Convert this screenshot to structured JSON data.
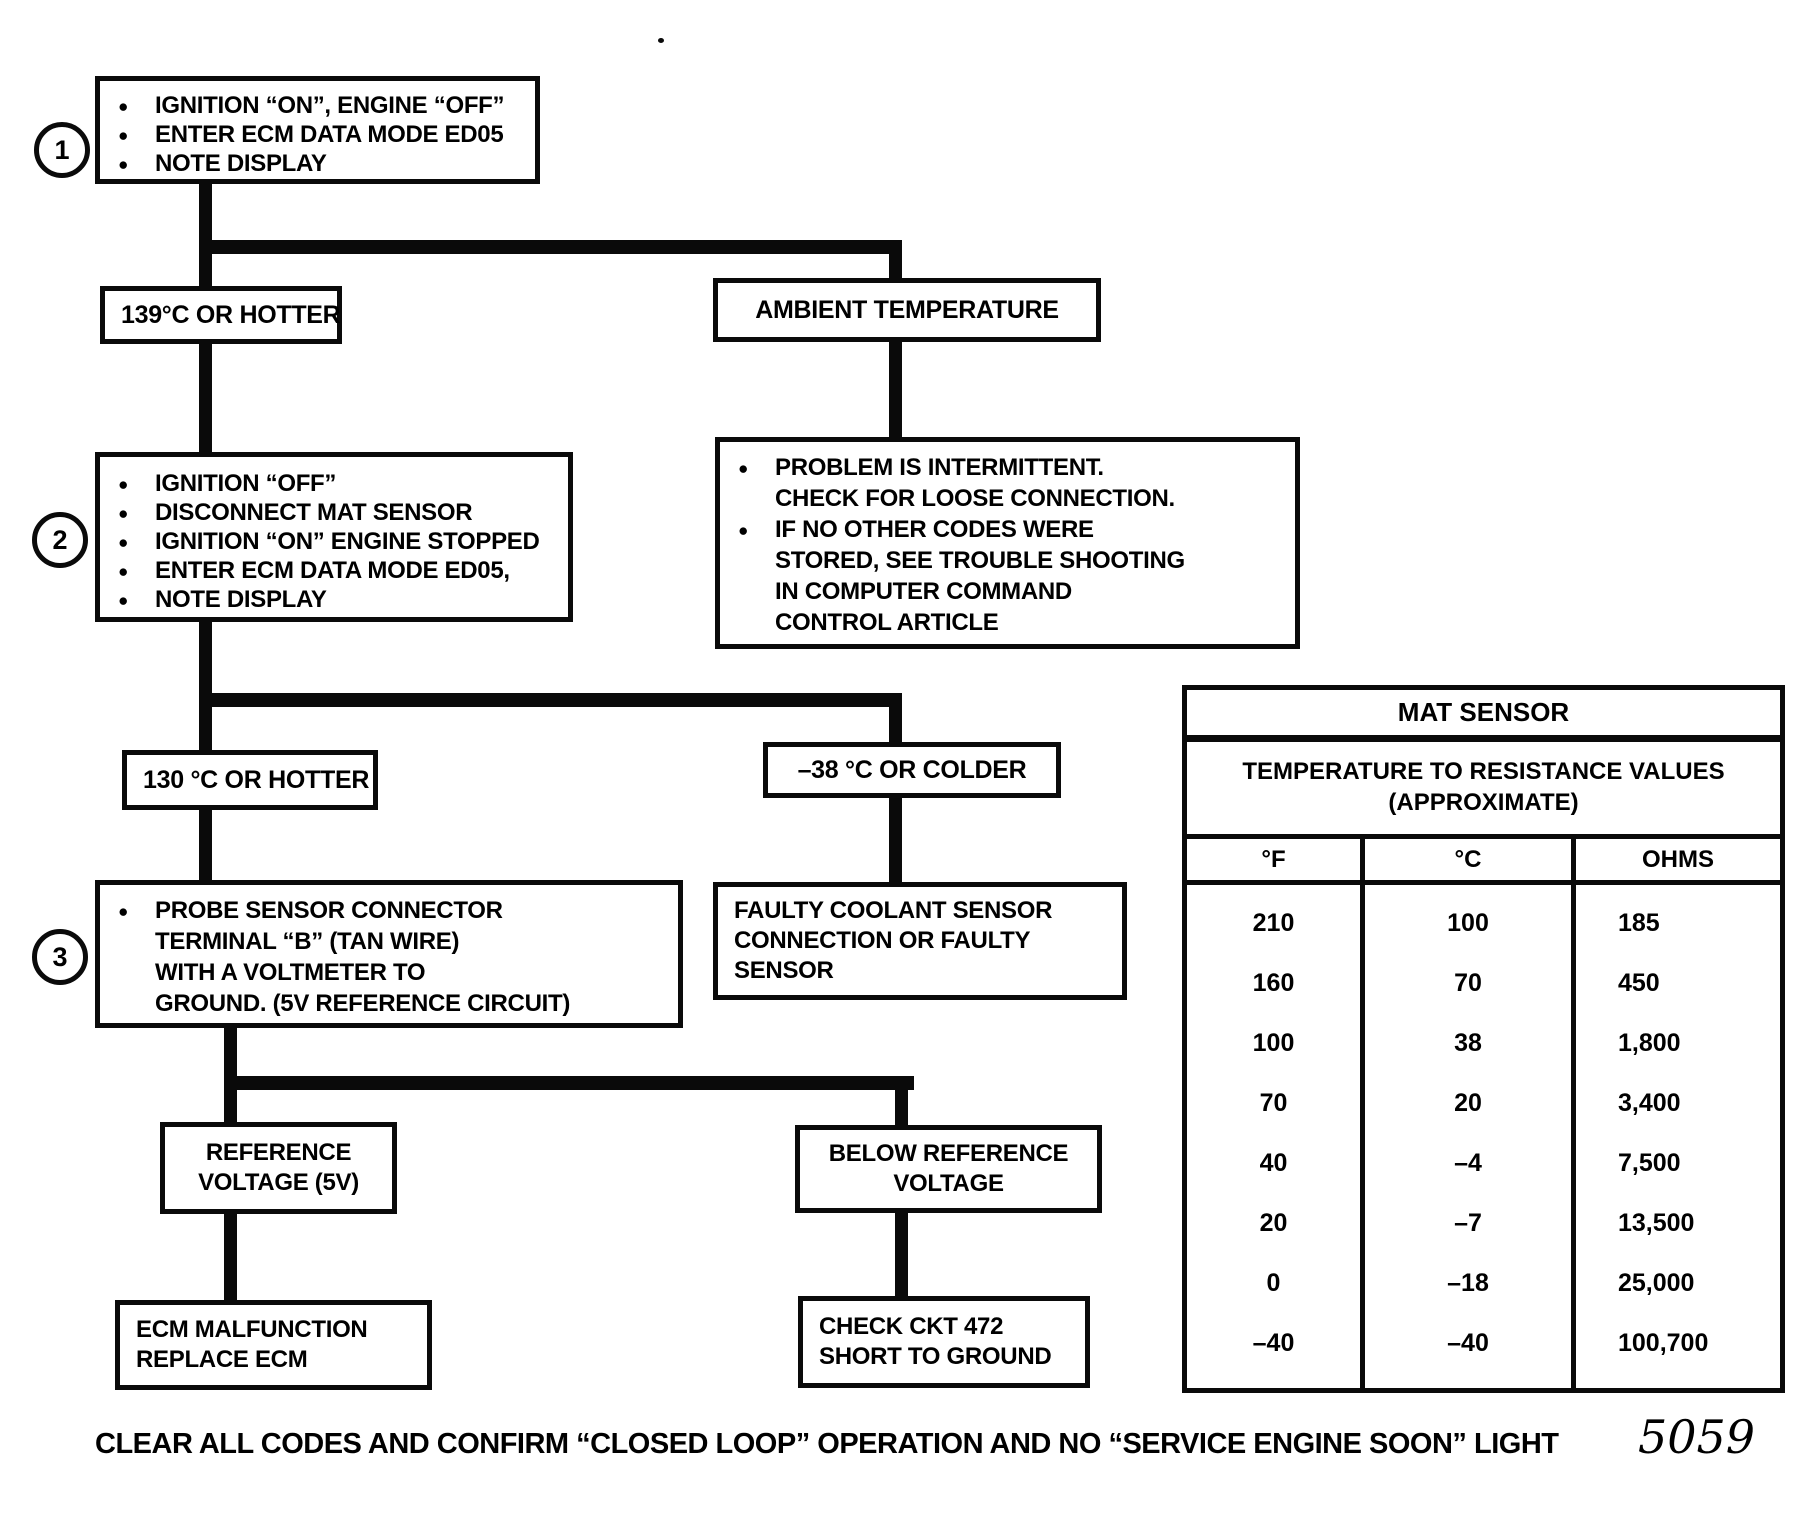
{
  "flowchart": {
    "circles": {
      "c1": "1",
      "c2": "2",
      "c3": "3"
    },
    "step1": {
      "lines": [
        "IGNITION “ON”, ENGINE “OFF”",
        "ENTER ECM DATA MODE ED05",
        "NOTE DISPLAY"
      ]
    },
    "branch1_left": "139°C OR HOTTER",
    "branch1_right": "AMBIENT TEMPERATURE",
    "step2": {
      "lines": [
        "IGNITION “OFF”",
        "DISCONNECT MAT SENSOR",
        "IGNITION “ON” ENGINE STOPPED",
        "ENTER ECM DATA MODE ED05,",
        "NOTE DISPLAY"
      ]
    },
    "intermittent": {
      "lines": [
        "PROBLEM IS INTERMITTENT.",
        "CHECK FOR LOOSE CONNECTION.",
        "IF NO OTHER CODES WERE",
        "STORED, SEE TROUBLE SHOOTING",
        "IN COMPUTER COMMAND",
        "CONTROL ARTICLE"
      ]
    },
    "branch2_left": "130 °C OR HOTTER",
    "branch2_right": "–38 °C OR COLDER",
    "step3": {
      "lines": [
        "PROBE SENSOR CONNECTOR",
        "TERMINAL “B” (TAN WIRE)",
        "WITH A VOLTMETER TO",
        "GROUND.  (5V REFERENCE CIRCUIT)"
      ]
    },
    "faulty_sensor": {
      "lines": [
        "FAULTY COOLANT SENSOR",
        "CONNECTION OR FAULTY",
        "SENSOR"
      ]
    },
    "ref_voltage": {
      "lines": [
        "REFERENCE",
        "VOLTAGE (5V)"
      ]
    },
    "below_ref": {
      "lines": [
        "BELOW REFERENCE",
        "VOLTAGE"
      ]
    },
    "ecm_malfunction": {
      "lines": [
        "ECM MALFUNCTION",
        "REPLACE ECM"
      ]
    },
    "check_ckt": {
      "lines": [
        "CHECK CKT 472",
        "SHORT TO GROUND"
      ]
    }
  },
  "table": {
    "title": "MAT SENSOR",
    "subtitle": [
      "TEMPERATURE TO RESISTANCE VALUES",
      "(APPROXIMATE)"
    ],
    "headers": [
      "°F",
      "°C",
      "OHMS"
    ],
    "rows": [
      [
        "210",
        "100",
        "185"
      ],
      [
        "160",
        "70",
        "450"
      ],
      [
        "100",
        "38",
        "1,800"
      ],
      [
        "70",
        "20",
        "3,400"
      ],
      [
        "40",
        "–4",
        "7,500"
      ],
      [
        "20",
        "–7",
        "13,500"
      ],
      [
        "0",
        "–18",
        "25,000"
      ],
      [
        "–40",
        "–40",
        "100,700"
      ]
    ]
  },
  "footer": {
    "note": "CLEAR ALL CODES AND CONFIRM “CLOSED LOOP” OPERATION AND NO “SERVICE ENGINE SOON” LIGHT",
    "figure_number": "5059"
  }
}
